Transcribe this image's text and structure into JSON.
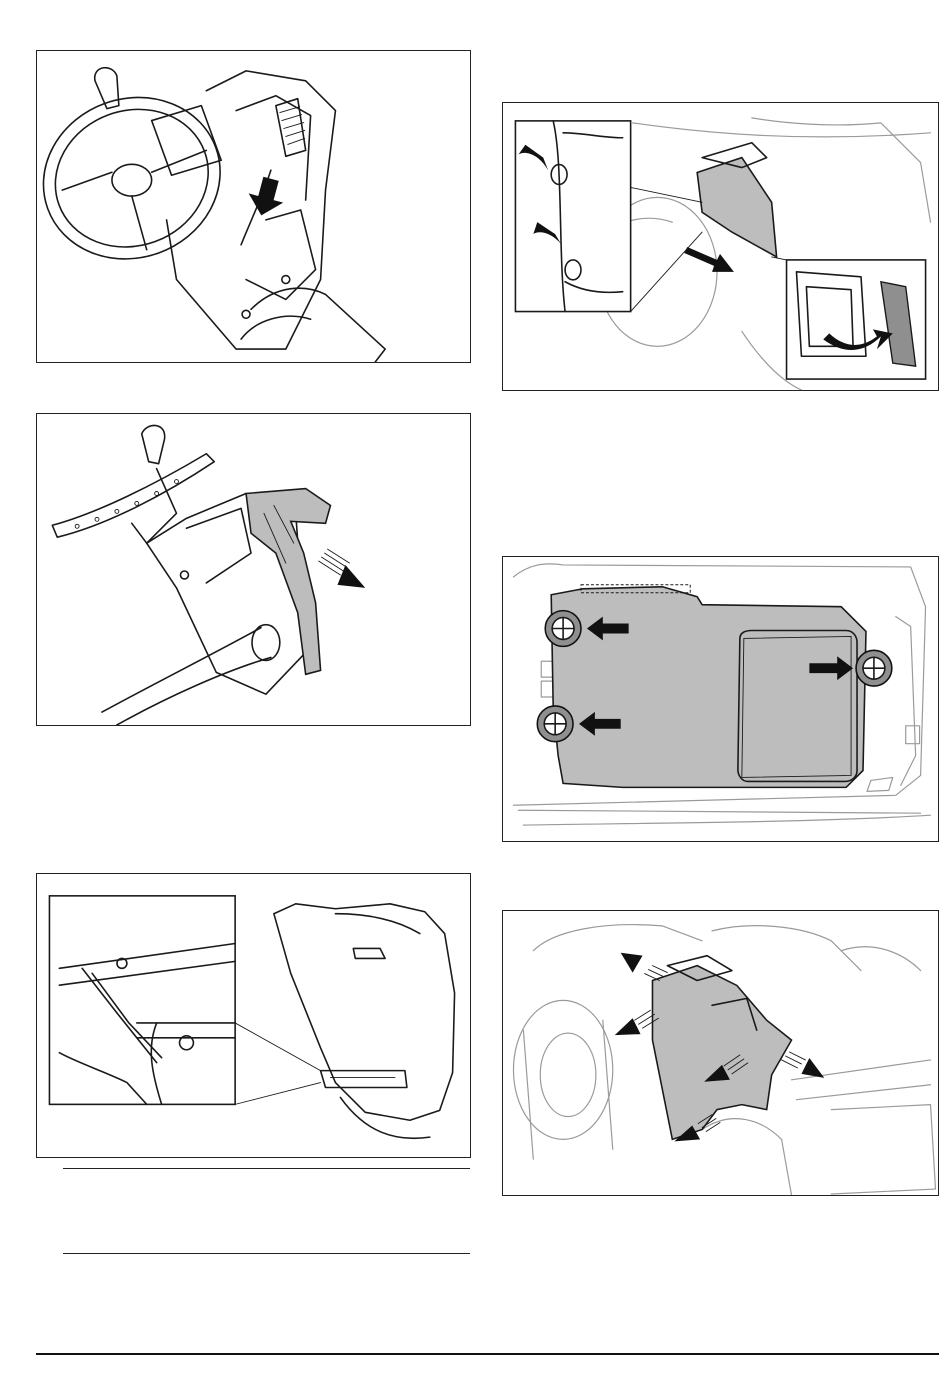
{
  "figures": [
    {
      "id": "fig-steering-console-wiring"
    },
    {
      "id": "fig-remove-front-cover"
    },
    {
      "id": "fig-cover-hinge-detail"
    },
    {
      "id": "fig-side-panel-clips"
    },
    {
      "id": "fig-battery-cover-knobs"
    },
    {
      "id": "fig-side-panel-removal"
    }
  ]
}
